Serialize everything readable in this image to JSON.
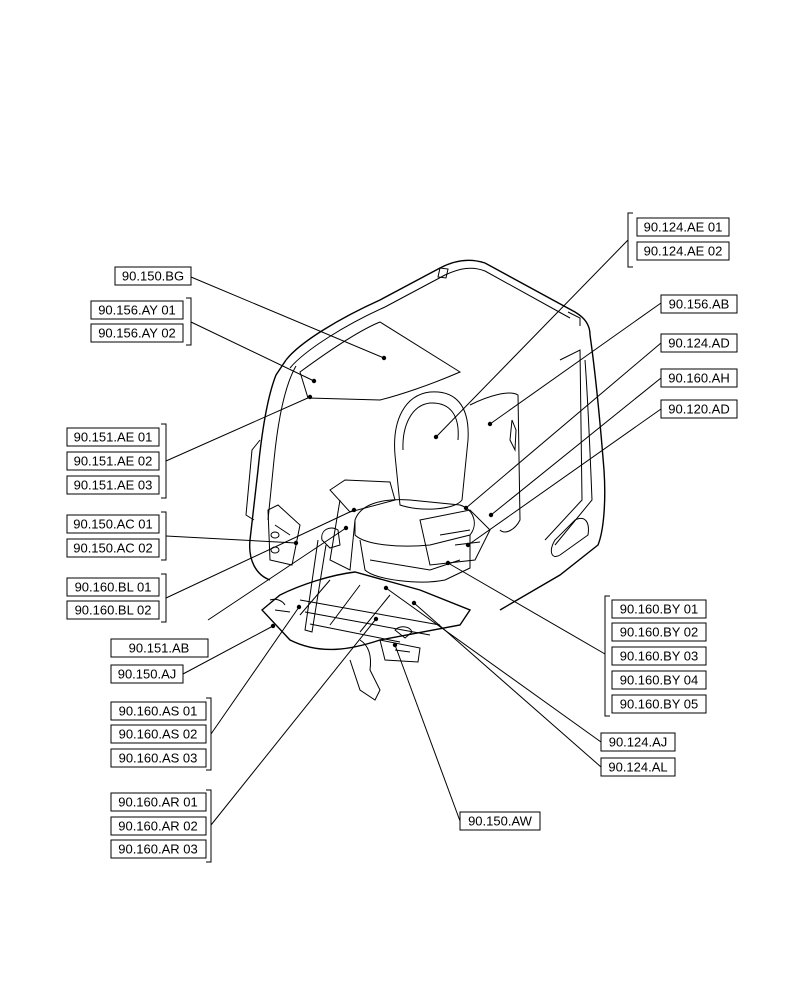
{
  "labels": {
    "ae_124_01": "90.124.AE 01",
    "ae_124_02": "90.124.AE 02",
    "bg_150": "90.150.BG",
    "ab_156": "90.156.AB",
    "ay_156_01": "90.156.AY 01",
    "ay_156_02": "90.156.AY 02",
    "ad_124": "90.124.AD",
    "ah_160": "90.160.AH",
    "ad_120": "90.120.AD",
    "ae_151_01": "90.151.AE 01",
    "ae_151_02": "90.151.AE 02",
    "ae_151_03": "90.151.AE 03",
    "ac_150_01": "90.150.AC 01",
    "ac_150_02": "90.150.AC 02",
    "bl_160_01": "90.160.BL 01",
    "bl_160_02": "90.160.BL 02",
    "ab_151": "90.151.AB",
    "aj_150": "90.150.AJ",
    "by_160_01": "90.160.BY 01",
    "by_160_02": "90.160.BY 02",
    "by_160_03": "90.160.BY 03",
    "by_160_04": "90.160.BY 04",
    "by_160_05": "90.160.BY 05",
    "as_160_01": "90.160.AS 01",
    "as_160_02": "90.160.AS 02",
    "as_160_03": "90.160.AS 03",
    "aj_124": "90.124.AJ",
    "al_124": "90.124.AL",
    "ar_160_01": "90.160.AR 01",
    "ar_160_02": "90.160.AR 02",
    "ar_160_03": "90.160.AR 03",
    "aw_150": "90.150.AW"
  }
}
